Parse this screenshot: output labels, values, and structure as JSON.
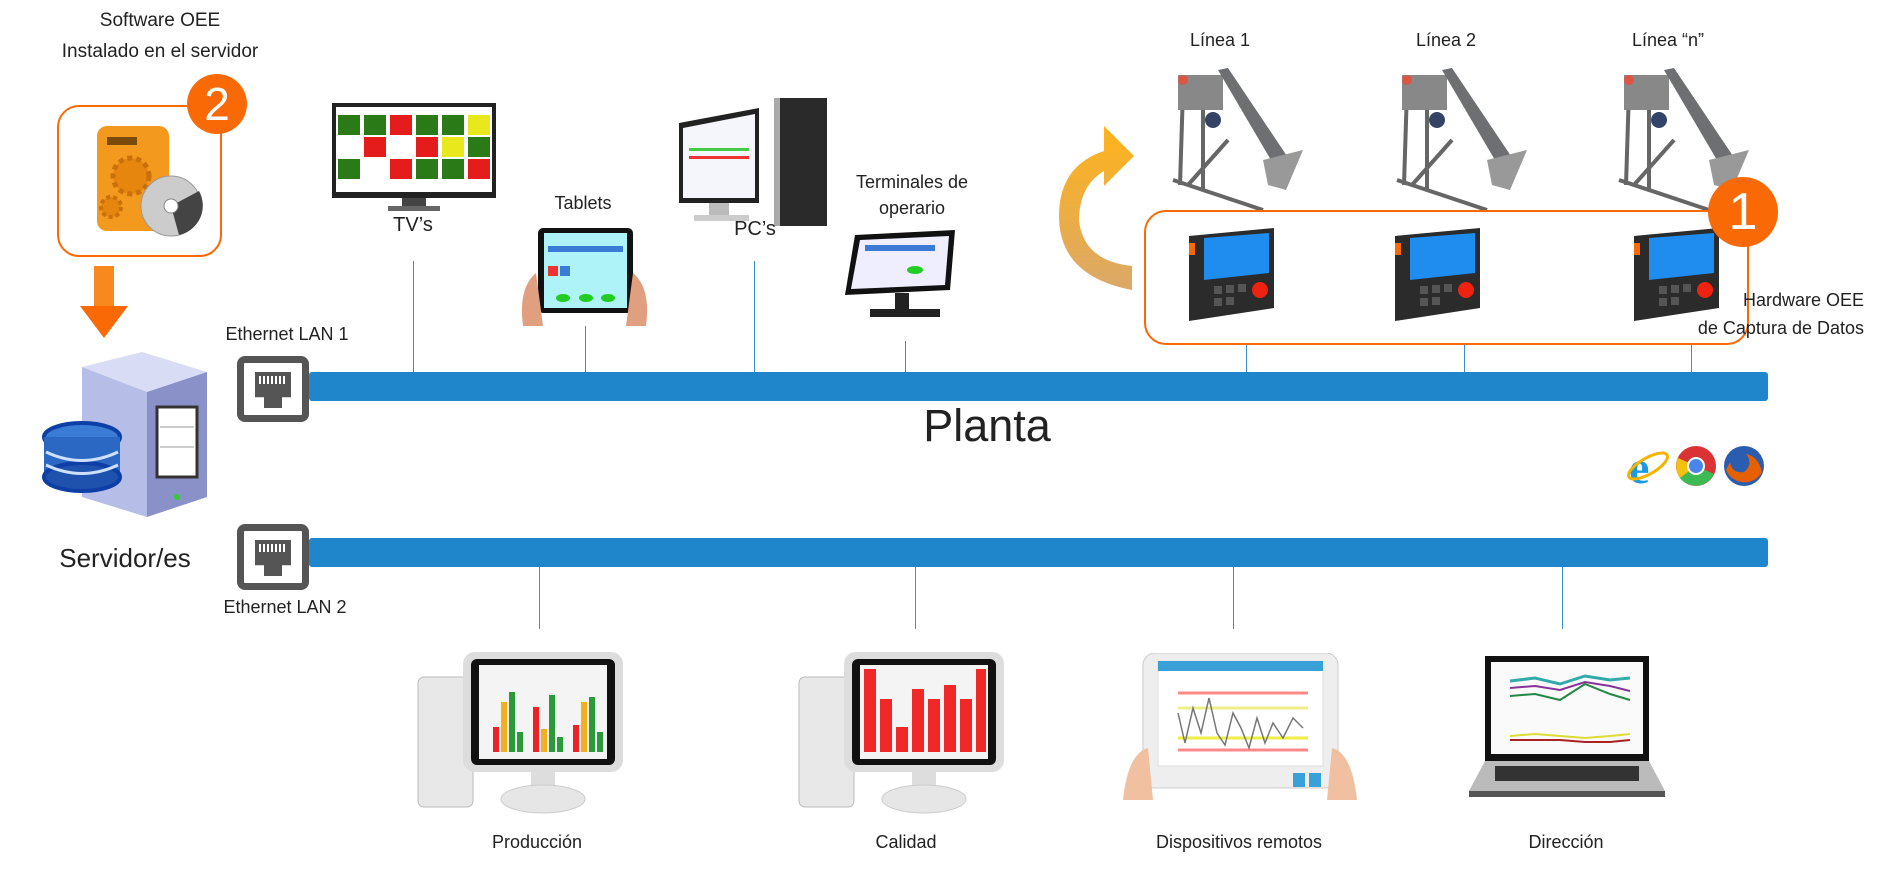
{
  "software": {
    "title_line1": "Software OEE",
    "title_line2": "Instalado en el servidor",
    "badge": "2"
  },
  "server": {
    "label": "Servidor/es"
  },
  "network": {
    "lan1": "Ethernet LAN 1",
    "lan2": "Ethernet LAN 2",
    "plant": "Planta"
  },
  "plant_devices": [
    {
      "label": "TV’s"
    },
    {
      "label": "Tablets"
    },
    {
      "label": "PC’s"
    },
    {
      "label_line1": "Terminales de",
      "label_line2": "operario"
    }
  ],
  "lines": [
    {
      "label": "Línea 1"
    },
    {
      "label": "Línea 2"
    },
    {
      "label": "Línea “n”"
    }
  ],
  "hardware": {
    "label_line1": "Hardware OEE",
    "label_line2": "de Captura de Datos",
    "badge": "1"
  },
  "browsers": [
    "internet-explorer-icon",
    "chrome-icon",
    "firefox-icon"
  ],
  "office_devices": [
    {
      "label": "Producción"
    },
    {
      "label": "Calidad"
    },
    {
      "label": "Dispositivos remotos"
    },
    {
      "label": "Dirección"
    }
  ],
  "colors": {
    "accent": "#f96a06",
    "network": "#1f86cc"
  }
}
